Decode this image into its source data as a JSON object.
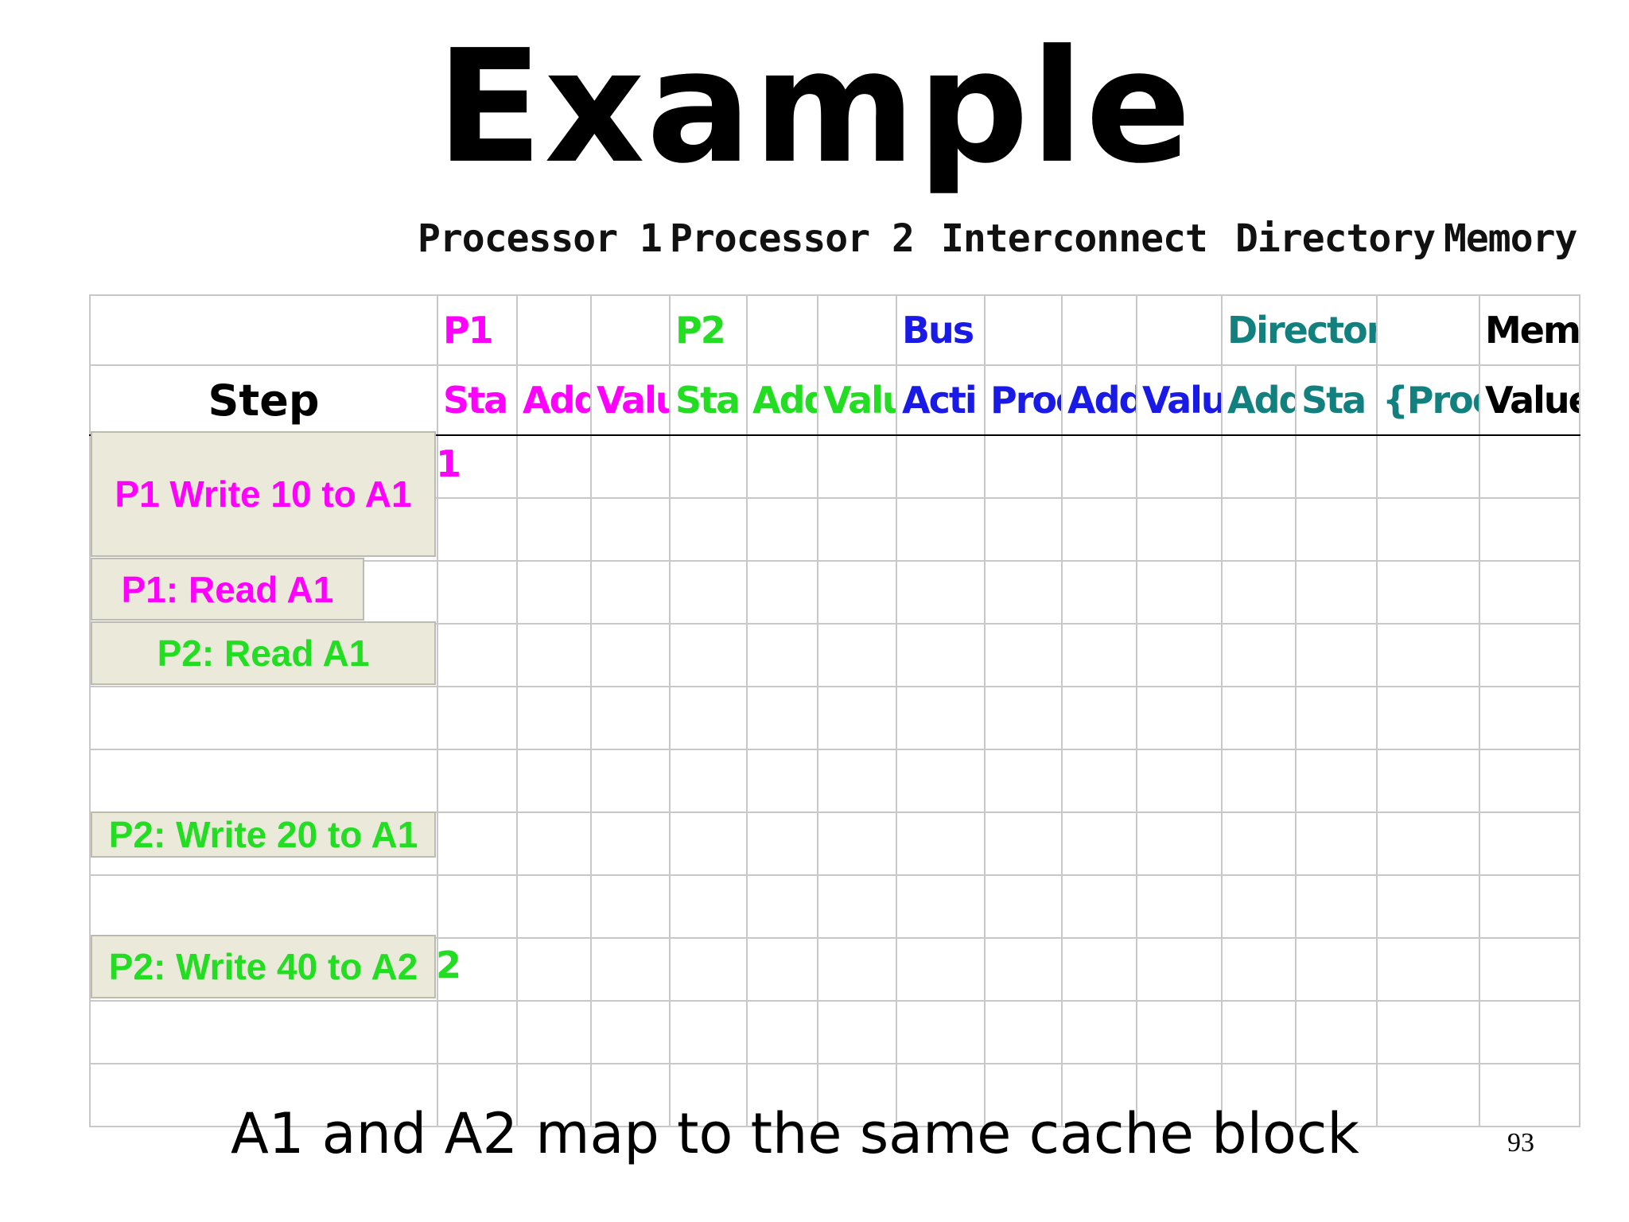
{
  "title": "Example",
  "column_groups": [
    "Processor 1",
    "Processor 2",
    "Interconnect",
    "Directory",
    "Memory"
  ],
  "table": {
    "group_row": {
      "p1": "P1",
      "p2": "P2",
      "bus": "Bus",
      "directory": "Directory",
      "memory": "Memo"
    },
    "subheaders": {
      "step": "Step",
      "p1": [
        "Sta",
        "Add",
        "Valu"
      ],
      "p2": [
        "Sta",
        "Add",
        "Valu"
      ],
      "bus": [
        "Acti",
        "Proc",
        "Add",
        "Valu"
      ],
      "directory": [
        "Add",
        "Sta",
        "{Proc"
      ],
      "memory": "Value"
    }
  },
  "steps": [
    "P1 Write 10 to A1",
    "P1: Read A1",
    "P2: Read A1",
    "P2: Write 20 to A1",
    "P2: Write 40 to A2"
  ],
  "footer": "A1 and A2 map to the same cache block",
  "page_number": "93"
}
